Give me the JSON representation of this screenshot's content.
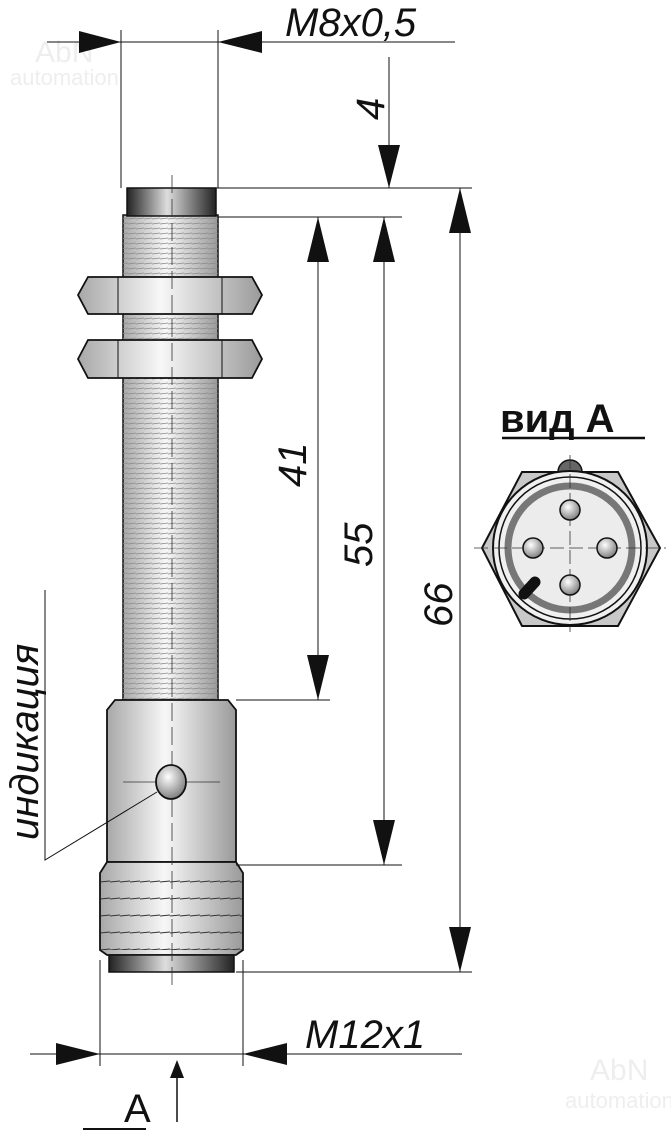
{
  "drawing": {
    "thread_top_label": "M8x0,5",
    "thread_bottom_label": "M12x1",
    "dim_sensing_face": "4",
    "dim_thread_length": "41",
    "dim_body_length": "55",
    "dim_total_length": "66",
    "indicator_label": "индикация",
    "view_marker": "A",
    "view_title": "вид А"
  },
  "watermark": {
    "brand": "AbN",
    "sub": "automation"
  },
  "colors": {
    "line": "#111111",
    "body_light": "#f2f2f2",
    "body_mid": "#c8c8c8",
    "ring": "#777777"
  }
}
